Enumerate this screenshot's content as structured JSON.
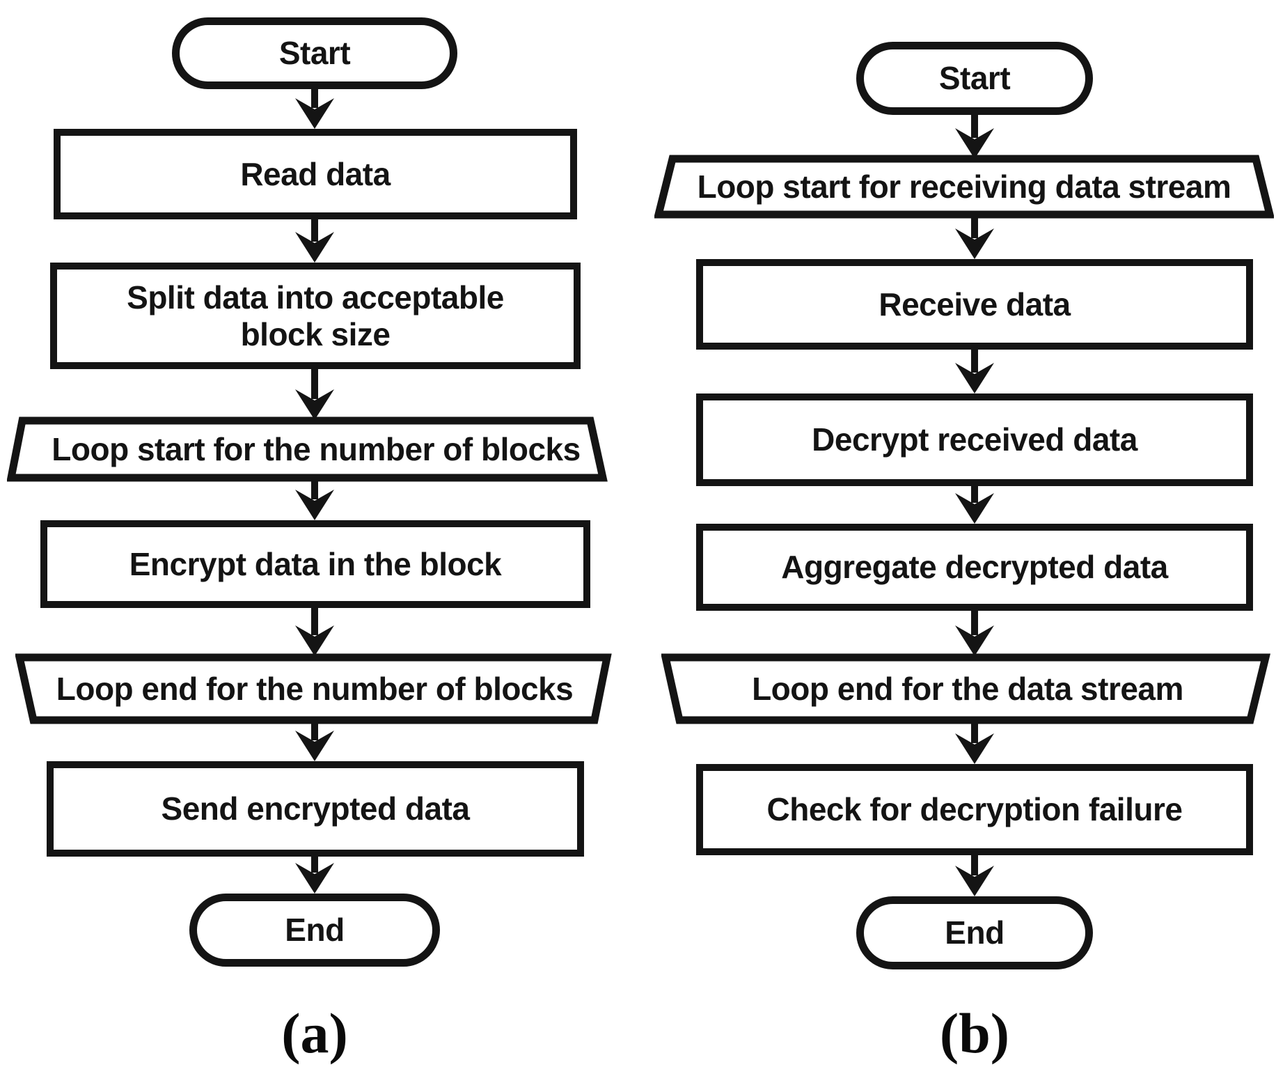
{
  "figure_type": "flowchart-pair",
  "colors": {
    "ink": "#141414",
    "paper": "#ffffff"
  },
  "a": {
    "caption": "(a)",
    "nodes": [
      {
        "type": "terminator",
        "label": "Start"
      },
      {
        "type": "process",
        "label": "Read data"
      },
      {
        "type": "process",
        "label": "Split data into acceptable block size"
      },
      {
        "type": "loop-start",
        "label": "Loop start for the number of blocks"
      },
      {
        "type": "process",
        "label": "Encrypt data in the block"
      },
      {
        "type": "loop-end",
        "label": "Loop end for the number of blocks"
      },
      {
        "type": "process",
        "label": "Send encrypted data"
      },
      {
        "type": "terminator",
        "label": "End"
      }
    ]
  },
  "b": {
    "caption": "(b)",
    "nodes": [
      {
        "type": "terminator",
        "label": "Start"
      },
      {
        "type": "loop-start",
        "label": "Loop start for receiving data stream"
      },
      {
        "type": "process",
        "label": "Receive data"
      },
      {
        "type": "process",
        "label": "Decrypt received data"
      },
      {
        "type": "process",
        "label": "Aggregate decrypted data"
      },
      {
        "type": "loop-end",
        "label": "Loop end for the data stream"
      },
      {
        "type": "process",
        "label": "Check for decryption failure"
      },
      {
        "type": "terminator",
        "label": "End"
      }
    ]
  }
}
